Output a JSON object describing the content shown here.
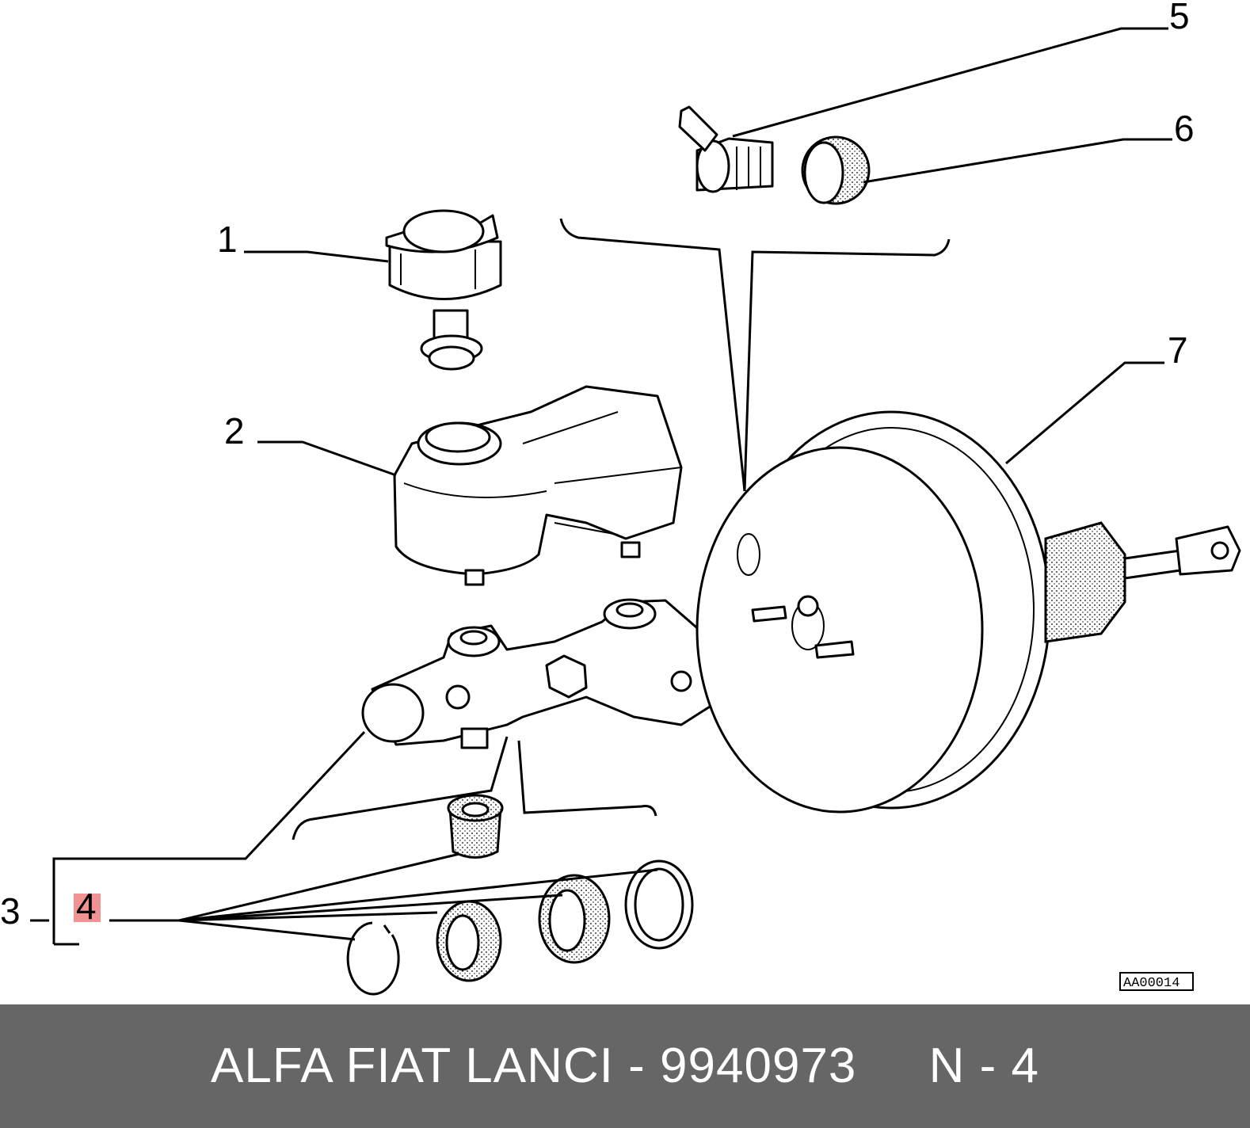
{
  "diagram": {
    "callouts": {
      "c1": "1",
      "c2": "2",
      "c3": "3",
      "c4": "4",
      "c5": "5",
      "c6": "6",
      "c7": "7"
    },
    "highlight_color": "#f08080",
    "reference_code": "AA00014"
  },
  "footer": {
    "brand": "ALFA FIAT LANCI",
    "separator": "-",
    "part_number": "9940973",
    "position_label": "N",
    "position_number": "4",
    "background": "#666666"
  }
}
